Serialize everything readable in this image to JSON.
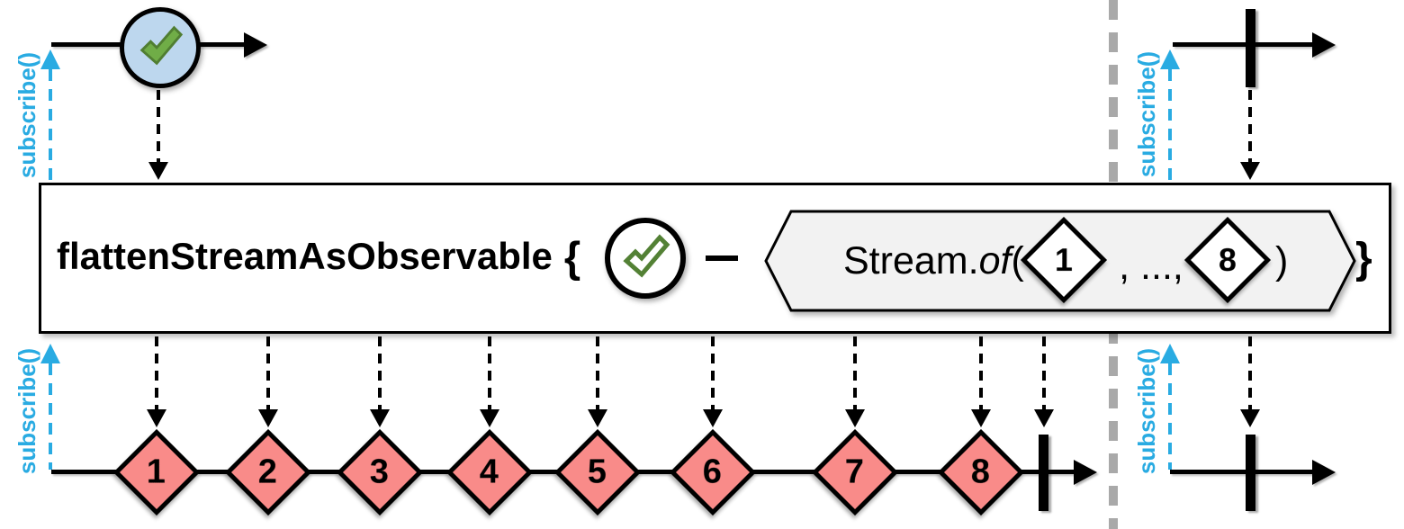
{
  "operator": {
    "name": "flattenStreamAsObservable",
    "open_brace": "{",
    "close_brace": "}"
  },
  "stream_expression": {
    "class_name": "Stream",
    "dot": ".",
    "method": "of",
    "open_paren": "(",
    "first_value": "1",
    "separator": ", ...,",
    "last_value": "8",
    "close_paren": ")"
  },
  "subscribe": {
    "top_left": "subscribe()",
    "bottom_left": "subscribe()",
    "top_right": "subscribe()",
    "bottom_right": "subscribe()"
  },
  "output": {
    "values": [
      "1",
      "2",
      "3",
      "4",
      "5",
      "6",
      "7",
      "8"
    ]
  },
  "icons": {
    "source_marble": "checkmark-icon",
    "operator_marble": "checkmark-outline-icon"
  },
  "colors": {
    "subscribe_blue": "#29abe2",
    "marble_blue_fill": "#bdd7ee",
    "check_green": "#70ad47",
    "check_green_dark": "#507e32",
    "check_outline_green": "#538135",
    "diamond_red": "#f98b89",
    "hexagon_gray": "#f2f2f2",
    "divider_gray": "#a9a9a9",
    "line_black": "#000000"
  }
}
